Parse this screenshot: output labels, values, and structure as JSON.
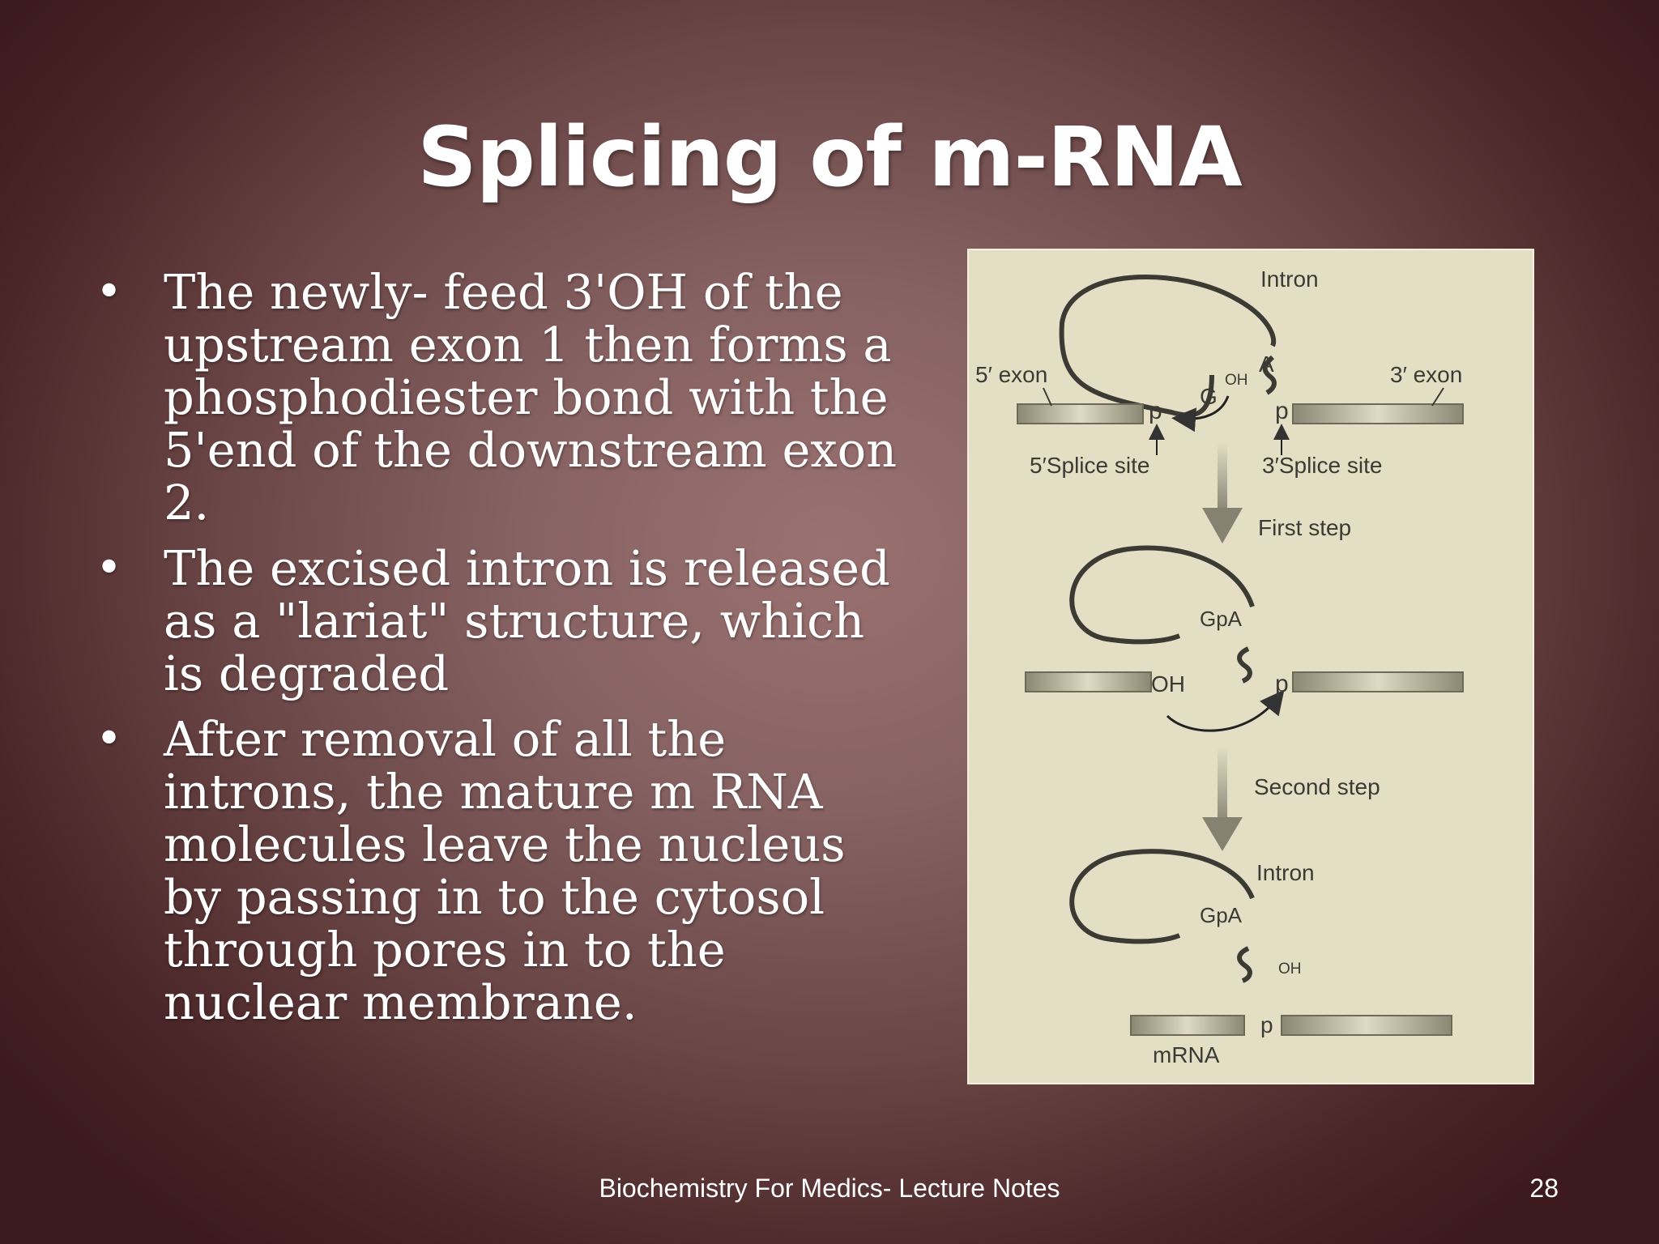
{
  "slide": {
    "title": "Splicing of m-RNA",
    "bullet_glyph": "•",
    "bullets": [
      "The newly- feed 3'OH of the upstream exon 1 then forms a phosphodiester bond with the 5'end of the downstream exon 2.",
      "The excised intron is released as a \"lariat\" structure, which is degraded",
      "After removal of all the introns, the mature m RNA molecules leave the nucleus by passing in to the cytosol through pores in to the nuclear membrane."
    ],
    "footer": "Biochemistry For Medics- Lecture Notes",
    "page_number": "28"
  },
  "diagram": {
    "labels": {
      "intron_top": "Intron",
      "exon5": "5′ exon",
      "exon3": "3′ exon",
      "g": "G",
      "a": "A",
      "oh1": "OH",
      "p1": "p",
      "p2": "p",
      "splice5": "5′Splice site",
      "splice3": "3′Splice site",
      "first_step": "First step",
      "gpa1": "GpA",
      "oh2": "OH",
      "p3": "p",
      "second_step": "Second step",
      "intron_bottom": "Intron",
      "gpa2": "GpA",
      "oh3": "OH",
      "p4": "p",
      "mrna": "mRNA"
    }
  }
}
